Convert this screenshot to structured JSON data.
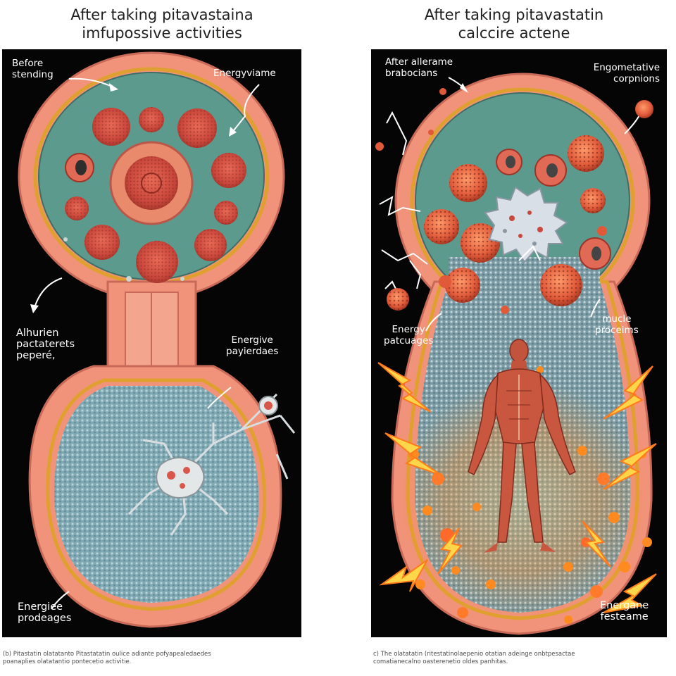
{
  "titles": {
    "left": [
      "After taking pitavastaina",
      "imfupossive activities"
    ],
    "right": [
      "After taking pitavastatin",
      "calccire actene"
    ]
  },
  "left_panel": {
    "label_before_standing": [
      "Before",
      "stending"
    ],
    "label_energy_vitame": "Energyviame",
    "label_alhurien": [
      "Alhurien",
      "pactaterets",
      "peperé,"
    ],
    "label_energive": [
      "Energive",
      "payierdaes"
    ],
    "label_energiee": [
      "Energiee",
      "prodeages"
    ]
  },
  "right_panel": {
    "label_after_allerame": [
      "After allerame",
      "brabocians"
    ],
    "label_engometative": [
      "Engometative",
      "corpnions"
    ],
    "label_energy_patcages": [
      "Energy",
      "patcuages"
    ],
    "label_muscle_procelms": [
      "mucle",
      "proceims"
    ],
    "label_energane": [
      "Energane",
      "festeame"
    ]
  },
  "captions": {
    "left": [
      "(b) Pitastatin olatatanto Pitastatatin oulice adiante pofyapealedaedes",
      "poanaplies olatatantio pontecetio activitie."
    ],
    "right": [
      "c) The olatatatin (ritestatinolaepenio otatian adeinge onbtpesactae",
      "comatianecalno oasterenetio oldes panhitas."
    ]
  },
  "colors": {
    "panel_bg": "#050505",
    "membrane": "#f0937a",
    "membrane_edge": "#c96a58",
    "cytoplasm": "#5d9a8e",
    "granule_fill": "#7fa8b3",
    "cell_red": "#d9574a",
    "energy_orange": "#ff8a1f",
    "lightning": "#ffd54a"
  }
}
